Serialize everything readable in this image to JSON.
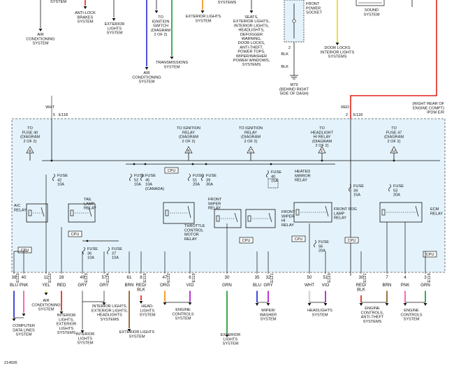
{
  "top": {
    "air_conditioning": [
      "AIR",
      "CONDITIONING",
      "SYSTEM"
    ],
    "anti_lock_brakes": [
      "ANTI-LOCK",
      "BRAKES",
      "SYSTEM"
    ],
    "exterior_lights_1": [
      "EXTERIOR",
      "LIGHTS",
      "SYSTEM"
    ],
    "to_ignition_switch": [
      "TO",
      "IGNITION",
      "SWITCH",
      "(DIAGRAM",
      "2 OF 2)"
    ],
    "air_conditioning_2": [
      "AIR",
      "CONDITIONING",
      "SYSTEM"
    ],
    "transmissions": [
      "TRANSMISSIONS",
      "SYSTEM"
    ],
    "exterior_lights_2": [
      "EXTERIOR LIGHTS",
      "SYSTEM"
    ],
    "systems_top": "SYSTEMS",
    "system_top_left": "SYSTEM",
    "seats_block": [
      "SEATS,",
      "EXTERIOR LIGHTS,",
      "INTERIOR LIGHTS,",
      "HEADLIGHTS,",
      "DEFOGGER",
      "WARNING,",
      "DOOR LOCKS,",
      "ANTI-THEFT,",
      "POWER TOPS,",
      "WIPER/WASHER",
      "POWER WINDOWS,",
      "SYSTEMS"
    ],
    "front_power_socket": [
      "FRONT",
      "POWER",
      "SOCKET"
    ],
    "blk_1": "BLK",
    "blk_2": "BLK",
    "m79": [
      "M79",
      "(BEHIND RIGHT",
      "SIDE OF DASH)"
    ],
    "door_locks": [
      "DOOR LOCKS",
      "INTERIOR LIGHTS",
      "SYSTEMS"
    ],
    "sound": [
      "SOUND",
      "SYSTEM"
    ]
  },
  "ipdm": {
    "wht_label": "WHT",
    "e118_left": "E118",
    "pin5": "5",
    "red_label": "RED",
    "pin2": "2",
    "e118_right": "E118",
    "location": [
      "(RIGHT REAR OF",
      "ENGINE COMPT)",
      "IPDM E/R"
    ],
    "relay_heads": [
      {
        "lines": [
          "TO",
          "FUSE 40",
          "(DIAGRAM",
          "2 OF 2)"
        ],
        "tri": "A"
      },
      {
        "lines": [
          "TO IGNITION",
          "RELAY",
          "(DIAGRAM",
          "2 OF 2)"
        ],
        "tri": "B"
      },
      {
        "lines": [
          "TO IGNITION",
          "RELAY",
          "(DIAGRAM",
          "2 OF 2)"
        ],
        "tri": "C"
      },
      {
        "lines": [
          "TO",
          "HEADLIGHT",
          "HI RELAY",
          "(DIAGRAM",
          "2 OF 2)"
        ],
        "tri": "F"
      },
      {
        "lines": [
          "TO",
          "FUSE 47",
          "(DIAGRAM",
          "2 OF 2)"
        ],
        "tri": "H"
      }
    ],
    "fuses": [
      {
        "lines": [
          "FUSE",
          "42",
          "10A"
        ]
      },
      {
        "lines": [
          "FUSE",
          "52",
          "10A"
        ]
      },
      {
        "lines": [
          "FUSE",
          "45",
          "10A",
          "(CANADA)"
        ]
      },
      {
        "lines": [
          "FUSE",
          "51",
          "20A"
        ]
      },
      {
        "lines": [
          "FUSE",
          "39",
          "30A"
        ]
      },
      {
        "lines": [
          "FUSE",
          "40",
          "15A"
        ]
      },
      {
        "lines": [
          "FUSE",
          "34",
          "15A"
        ]
      },
      {
        "lines": [
          "FUSE",
          "53",
          "20A"
        ]
      },
      {
        "lines": [
          "FUSE",
          "36",
          "10A"
        ]
      },
      {
        "lines": [
          "FUSE",
          "37",
          "10A"
        ]
      },
      {
        "lines": [
          "FUSE",
          "56",
          "20A"
        ]
      }
    ],
    "relays": {
      "ac": [
        "A/C",
        "RELAY"
      ],
      "tail": [
        "TAIL",
        "LAMP",
        "RELAY"
      ],
      "throttle": [
        "THROTTLE",
        "CONTROL",
        "MOTOR",
        "RELAY"
      ],
      "front_wiper": [
        "FRONT",
        "WIPER",
        "RELAY"
      ],
      "front_wiper_hi": [
        "FRONT",
        "WIPER",
        "HI",
        "RELAY"
      ],
      "heated_mirror": [
        "HEATED",
        "MIRROR",
        "RELAY"
      ],
      "front_fog": [
        "FRONT FOG",
        "LAMP",
        "RELAY"
      ],
      "ecm": [
        "ECM",
        "RELAY"
      ]
    },
    "cpu": "CPU"
  },
  "bottom": {
    "pins": [
      {
        "num": "39",
        "color": "BLU",
        "conn": "E122"
      },
      {
        "num": "40",
        "color": "PNK",
        "conn": ""
      },
      {
        "num": "11",
        "color": "YEL",
        "conn": "E122"
      },
      {
        "num": "28",
        "color": "RED",
        "conn": ""
      },
      {
        "num": "49",
        "color": "GRY",
        "conn": "E123"
      },
      {
        "num": "57",
        "color": "GRY",
        "conn": "E124"
      },
      {
        "num": "61",
        "color": "BRN",
        "conn": ""
      },
      {
        "num": "8",
        "color": "RED/ BLK",
        "conn": "E119"
      },
      {
        "num": "47",
        "color": "ORG",
        "conn": "E122"
      },
      {
        "num": "6",
        "color": "VIO",
        "conn": "E119"
      },
      {
        "num": "30",
        "color": "GRN",
        "conn": ""
      },
      {
        "num": "35",
        "color": "BLU",
        "conn": ""
      },
      {
        "num": "32",
        "color": "GRY",
        "conn": "E121"
      },
      {
        "num": "50",
        "color": "WHT",
        "conn": ""
      },
      {
        "num": "51",
        "color": "VIO",
        "conn": "E123"
      },
      {
        "num": "30",
        "color": "RED/ BLK",
        "conn": "E121"
      },
      {
        "num": "7",
        "color": "BRN",
        "conn": ""
      },
      {
        "num": "4",
        "color": "PNK",
        "conn": ""
      },
      {
        "num": "3",
        "color": "GRN",
        "conn": "E119"
      }
    ],
    "systems": {
      "computer_data": [
        "COMPUTER",
        "DATA LINES",
        "SYSTEM"
      ],
      "air_cond": [
        "AIR",
        "CONDITIONING",
        "SYSTEM"
      ],
      "interior_lights_a": [
        "INTERIOR",
        "LIGHTS,",
        "EXTERIOR",
        "LIGHTS",
        "SYSTEMS"
      ],
      "interior_lights_b": [
        "INTERIOR",
        "LIGHTS",
        "SYSTEM"
      ],
      "interior_ext_head": [
        "INTERIOR LIGHTS,",
        "EXTERIOR LIGHTS,",
        "HEADLIGHTS",
        "SYSTEMS"
      ],
      "exterior_lights": [
        "EXTERIOR LIGHTS",
        "SYSTEM"
      ],
      "headlights_1": [
        "HEAD-",
        "LIGHTS",
        "SYSTEM"
      ],
      "engine_control_1": [
        "ENGINE",
        "CONTROLS",
        "SYSTEM"
      ],
      "exterior_lights_2": [
        "EXTERIOR",
        "LIGHTS",
        "SYSTEM"
      ],
      "wiper_washer": [
        "WIPER/",
        "WASHER",
        "SYSTEM"
      ],
      "headlights_2": [
        "HEADLIGHTS",
        "SYSTEM"
      ],
      "engine_antitheft": [
        "ENGINE",
        "CONTROLS,",
        "ANTI-THEFT",
        "SYSTEMS"
      ],
      "engine_controls_2": [
        "ENGINE",
        "CONTROLS",
        "SYSTEM"
      ]
    },
    "diagram_id": "214926"
  },
  "colors": {
    "blue": "#1f2bd6",
    "pink": "#f24fa6",
    "yellow": "#e8d800",
    "red": "#e2231a",
    "gray": "#9a9a9a",
    "brown": "#8b5a1b",
    "orange": "#f5900f",
    "violet": "#b012c9",
    "green": "#1b9a2a",
    "white": "#ffffff",
    "box_fill": "#e4f3fb"
  }
}
